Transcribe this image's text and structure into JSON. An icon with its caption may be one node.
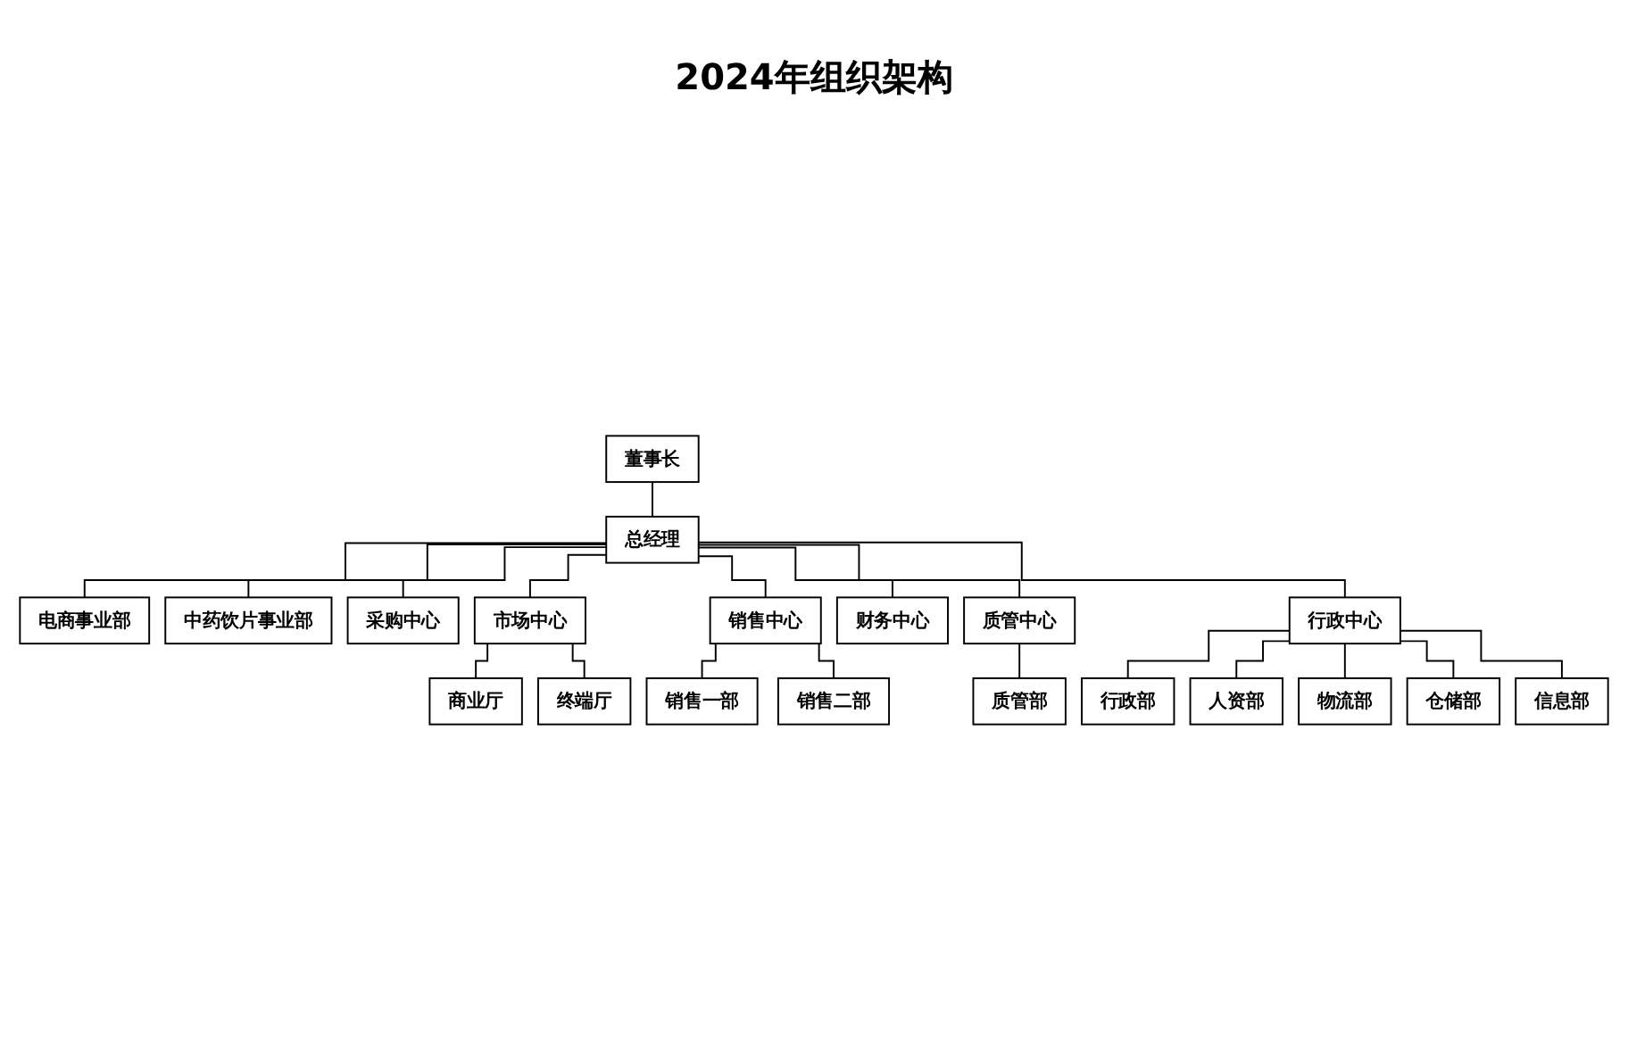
{
  "diagram": {
    "title": "2024年组织架构",
    "nodes": [
      {
        "text": [
          "董事长"
        ]
      },
      {
        "text": [
          "总经理"
        ]
      },
      {
        "text": [
          "电商事业部"
        ]
      },
      {
        "text": [
          "中药饮片事业部"
        ]
      },
      {
        "text": [
          "采购中心"
        ]
      },
      {
        "text": [
          "市场中心"
        ]
      },
      {
        "text": [
          "商业厅"
        ]
      },
      {
        "text": [
          "终端厅"
        ]
      },
      {
        "text": [
          "销售中心"
        ]
      },
      {
        "text": [
          "销售一部"
        ]
      },
      {
        "text": [
          "销售二部"
        ]
      },
      {
        "text": [
          "财务中心"
        ]
      },
      {
        "text": [
          "质管中心"
        ]
      },
      {
        "text": [
          "质管部"
        ]
      },
      {
        "text": [
          "行政中心"
        ]
      },
      {
        "text": [
          "行政部"
        ]
      },
      {
        "text": [
          "人资部"
        ]
      },
      {
        "text": [
          "物流部"
        ]
      },
      {
        "text": [
          "仓储部"
        ]
      },
      {
        "text": [
          "信息部"
        ]
      }
    ],
    "edges": [
      {
        "from": 0,
        "to": 1,
        "arrow": "none"
      },
      {
        "from": 1,
        "to": 2,
        "arrow": "none"
      },
      {
        "from": 1,
        "to": 3,
        "arrow": "none"
      },
      {
        "from": 1,
        "to": 4,
        "arrow": "none"
      },
      {
        "from": 1,
        "to": 5,
        "arrow": "none"
      },
      {
        "from": 1,
        "to": 8,
        "arrow": "none"
      },
      {
        "from": 1,
        "to": 11,
        "arrow": "none"
      },
      {
        "from": 1,
        "to": 12,
        "arrow": "none"
      },
      {
        "from": 1,
        "to": 14,
        "arrow": "none"
      },
      {
        "from": 5,
        "to": 6,
        "arrow": "none"
      },
      {
        "from": 5,
        "to": 7,
        "arrow": "none"
      },
      {
        "from": 8,
        "to": 9,
        "arrow": "none"
      },
      {
        "from": 8,
        "to": 10,
        "arrow": "none"
      },
      {
        "from": 12,
        "to": 13,
        "arrow": "none"
      },
      {
        "from": 14,
        "to": 15,
        "arrow": "none"
      },
      {
        "from": 14,
        "to": 16,
        "arrow": "none"
      },
      {
        "from": 14,
        "to": 17,
        "arrow": "none"
      },
      {
        "from": 14,
        "to": 18,
        "arrow": "none"
      },
      {
        "from": 14,
        "to": 19,
        "arrow": "none"
      }
    ]
  }
}
